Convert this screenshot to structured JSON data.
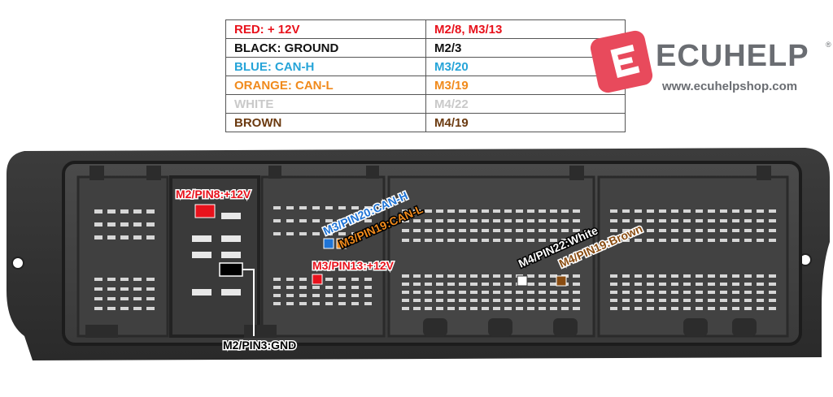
{
  "wiring_table": {
    "rows": [
      {
        "wire": "RED: + 12V",
        "pins": "M2/8, M3/13",
        "color": "#e8121c"
      },
      {
        "wire": "BLACK: GROUND",
        "pins": "M2/3",
        "color": "#111111"
      },
      {
        "wire": "BLUE: CAN-H",
        "pins": "M3/20",
        "color": "#26a4d8"
      },
      {
        "wire": "ORANGE: CAN-L",
        "pins": "M3/19",
        "color": "#f08a1c"
      },
      {
        "wire": "WHITE",
        "pins": "M4/22",
        "color": "#c9c9c9"
      },
      {
        "wire": "BROWN",
        "pins": "M4/19",
        "color": "#6b3a10"
      }
    ]
  },
  "logo": {
    "brand": "ECUHELP",
    "registered": "®",
    "website": "www.ecuhelpshop.com",
    "icon": "ecuhelp-logo-mark-icon",
    "brand_color": "#e84a5c",
    "text_color": "#6a6d72"
  },
  "connector": {
    "labels": {
      "plus12v_m2": "M2/PIN8:+12V",
      "can_h": "M3/PIN20:CAN-H",
      "can_l": "M3/PIN19:CAN-L",
      "plus12v_m3": "M3/PIN13:+12V",
      "white": "M4/PIN22:White",
      "brown": "M4/PIN19:Brown",
      "gnd": "M2/PIN3:GND"
    },
    "marker_colors": {
      "red": "#e8121c",
      "blue": "#1f74d6",
      "orange": "#f08a1c",
      "white": "#ffffff",
      "brown": "#8a4d12",
      "black": "#000000"
    }
  }
}
